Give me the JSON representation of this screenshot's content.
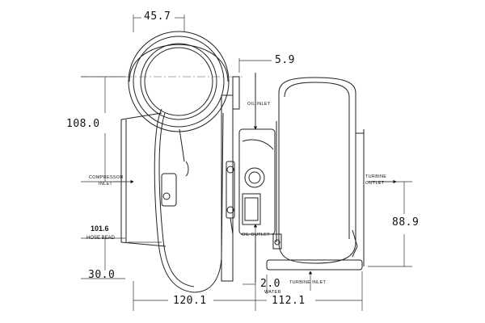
{
  "dimensions": {
    "d_45_7": "45.7",
    "d_5_9": "5.9",
    "d_108_0": "108.0",
    "d_101_6": "101.6",
    "d_30_0": "30.0",
    "d_2_0": "2.0",
    "d_120_1": "120.1",
    "d_112_1": "112.1",
    "d_88_9": "88.9"
  },
  "labels": {
    "oil_inlet": "OIL INLET",
    "oil_outlet": "OIL OUTLET",
    "compressor_inlet_1": "COMPRESSOR",
    "compressor_inlet_2": "INLET",
    "turbine_outlet_1": "TURBINE",
    "turbine_outlet_2": "OUTLET",
    "turbine_inlet": "TURBINE INLET",
    "water": "WATER",
    "hose_bead": "HOSE BEAD"
  }
}
